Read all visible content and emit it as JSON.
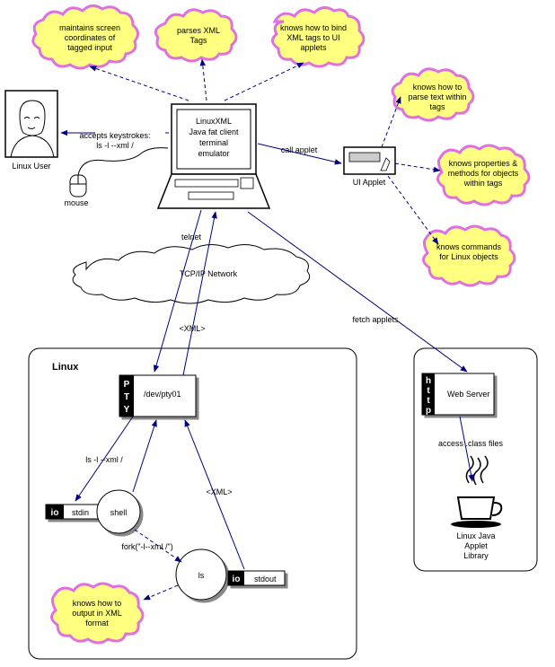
{
  "clouds": {
    "screen_coords": [
      "maintains screen",
      "coordinates of",
      "tagged input"
    ],
    "parses_xml": [
      "parses XML",
      "Tags"
    ],
    "bind_xml": [
      "knows how to bind",
      "XML tags to UI",
      "applets"
    ],
    "parse_text": [
      "knows how to",
      "parse text within",
      "tags"
    ],
    "properties": [
      "knows properties &",
      "methods for objects",
      "within tags"
    ],
    "commands": [
      "knows commands",
      "for Linux objects"
    ],
    "output_xml": [
      "knows how to",
      "output in XML",
      "format"
    ]
  },
  "user": {
    "label": "Linux User"
  },
  "mouse": {
    "label": "mouse"
  },
  "terminal": {
    "lines": [
      "LinuxXML",
      "Java fat client",
      "terminal",
      "emulator"
    ]
  },
  "edges": {
    "keystrokes": [
      "accepts keystrokes:",
      "ls -l --xml /"
    ],
    "call_applet": "call applet",
    "telnet": "telnet",
    "xml_up": "<XML>",
    "fetch_applets": "fetch applets",
    "ls_cmd": "ls -l --xml /",
    "fork": "fork(\"-l--xml /\")",
    "xml_pty": "<XML>",
    "access_class": "access .class files"
  },
  "network": {
    "label": "TCP/IP Network"
  },
  "ui_applet": {
    "label": "UI Applet"
  },
  "linux_box": {
    "title": "Linux"
  },
  "pty": {
    "tag_letters": [
      "P",
      "T",
      "Y"
    ],
    "label": "/dev/pty01"
  },
  "stdin": {
    "tag": "io",
    "label": "stdin"
  },
  "shell": {
    "label": "shell"
  },
  "ls": {
    "label": "ls"
  },
  "stdout": {
    "tag": "io",
    "label": "stdout"
  },
  "web_server": {
    "tag_letters": [
      "h",
      "t",
      "t",
      "p"
    ],
    "label": "Web Server"
  },
  "library": {
    "lines": [
      "Linux Java",
      "Applet",
      "Library"
    ]
  },
  "colors": {
    "cloud_fill": "#ffff80",
    "cloud_edge": "#e070e0",
    "line": "#000080",
    "tag_fill": "#000000"
  }
}
